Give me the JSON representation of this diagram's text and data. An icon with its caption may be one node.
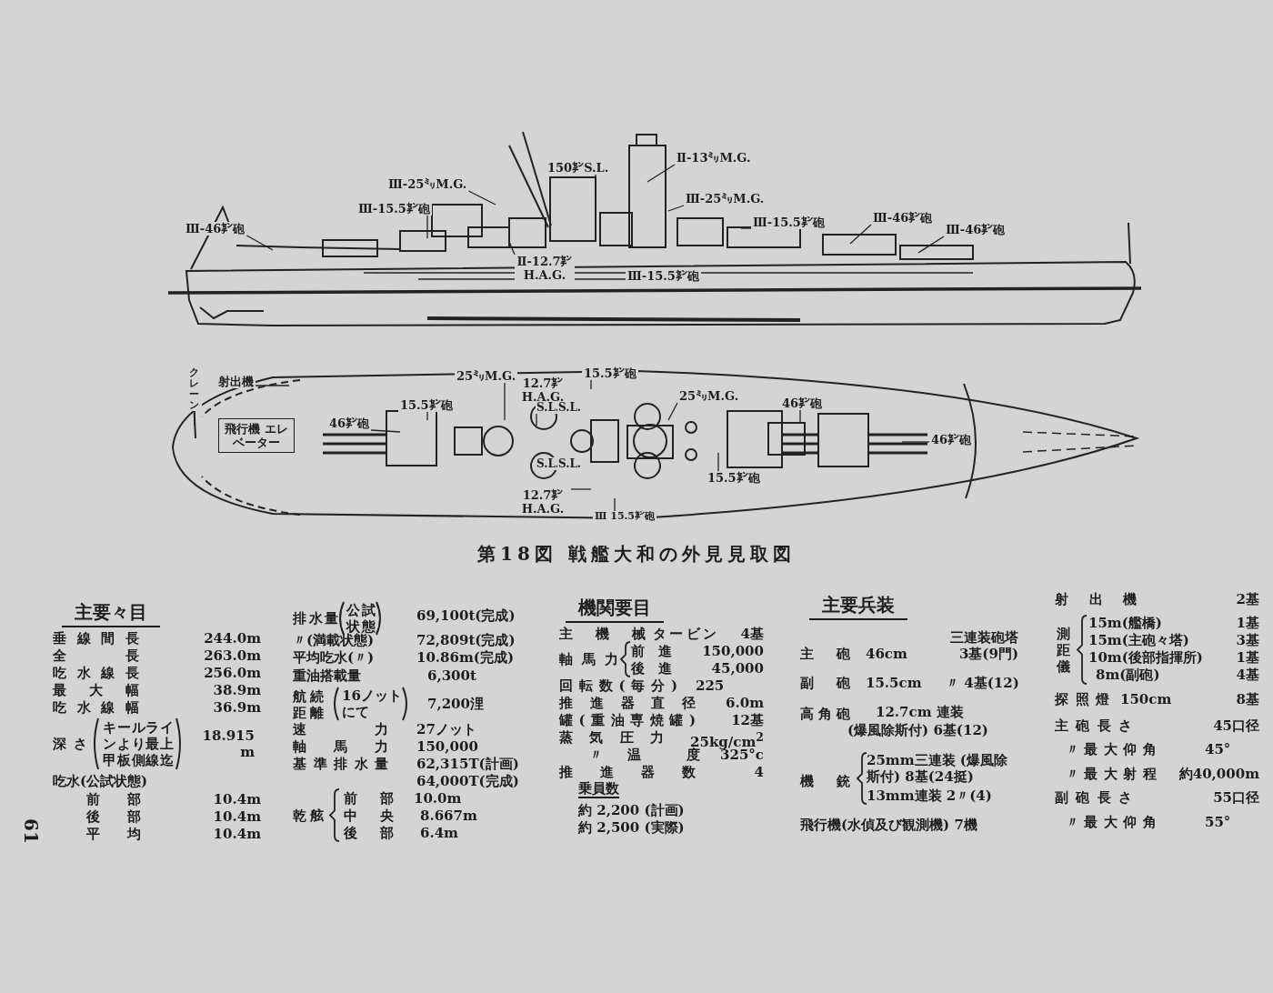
{
  "diagram": {
    "caption": "第18図 戦艦大和の外見見取図",
    "nodes": [
      {
        "text": [
          "Ⅲ-46㌢砲"
        ]
      },
      {
        "text": [
          "Ⅲ-15.5㌢砲"
        ]
      },
      {
        "text": [
          "Ⅲ-25㍉M.G."
        ]
      },
      {
        "text": [
          "150㌢S.L."
        ]
      },
      {
        "text": [
          "Ⅱ-13㍉M.G."
        ]
      },
      {
        "text": [
          "Ⅲ-25㍉M.G."
        ]
      },
      {
        "text": [
          "Ⅲ-15.5㌢砲"
        ]
      },
      {
        "text": [
          "Ⅲ-46㌢砲"
        ]
      },
      {
        "text": [
          "Ⅲ-46㌢砲"
        ]
      },
      {
        "text": [
          "Ⅱ-12.7㌢ H.A.G."
        ]
      },
      {
        "text": [
          "Ⅲ-15.5㌢砲"
        ]
      },
      {
        "text": [
          "クレーン"
        ]
      },
      {
        "text": [
          "射出機"
        ]
      },
      {
        "text": [
          "飛行機 エレベーター"
        ]
      },
      {
        "text": [
          "46㌢砲"
        ]
      },
      {
        "text": [
          "15.5㌢砲"
        ]
      },
      {
        "text": [
          "25㍉M.G."
        ]
      },
      {
        "text": [
          "12.7㌢ H.A.G."
        ]
      },
      {
        "text": [
          "15.5㌢砲"
        ]
      },
      {
        "text": [
          "25㍉M.G."
        ]
      },
      {
        "text": [
          "46㌢砲"
        ]
      },
      {
        "text": [
          "46㌢砲"
        ]
      },
      {
        "text": [
          "15.5㌢砲"
        ]
      },
      {
        "text": [
          "12.7㌢ H.A.G."
        ]
      },
      {
        "text": [
          "Ⅲ 15.5㌢砲"
        ]
      }
    ],
    "edges": [
      {
        "from": 0,
        "to": null,
        "arrow": "none"
      },
      {
        "from": 1,
        "to": null,
        "arrow": "none"
      },
      {
        "from": 2,
        "to": null,
        "arrow": "none"
      },
      {
        "from": 3,
        "to": null,
        "arrow": "none"
      },
      {
        "from": 4,
        "to": null,
        "arrow": "none"
      },
      {
        "from": 5,
        "to": null,
        "arrow": "none"
      },
      {
        "from": 6,
        "to": null,
        "arrow": "none"
      },
      {
        "from": 7,
        "to": null,
        "arrow": "none"
      },
      {
        "from": 8,
        "to": null,
        "arrow": "none"
      },
      {
        "from": 9,
        "to": null,
        "arrow": "none"
      },
      {
        "from": 10,
        "to": null,
        "arrow": "none"
      },
      {
        "from": 11,
        "to": null,
        "arrow": "none"
      },
      {
        "from": 12,
        "to": null,
        "arrow": "none"
      },
      {
        "from": 14,
        "to": null,
        "arrow": "none"
      },
      {
        "from": 15,
        "to": null,
        "arrow": "none"
      },
      {
        "from": 16,
        "to": null,
        "arrow": "none"
      },
      {
        "from": 17,
        "to": null,
        "arrow": "none"
      },
      {
        "from": 18,
        "to": null,
        "arrow": "none"
      },
      {
        "from": 19,
        "to": null,
        "arrow": "none"
      },
      {
        "from": 20,
        "to": null,
        "arrow": "none"
      },
      {
        "from": 21,
        "to": null,
        "arrow": "none"
      },
      {
        "from": 22,
        "to": null,
        "arrow": "none"
      },
      {
        "from": 23,
        "to": null,
        "arrow": "none"
      },
      {
        "from": 24,
        "to": null,
        "arrow": "none"
      }
    ],
    "labels": [
      "S.L.",
      "S.L.",
      "S.L.",
      "S.L.",
      "主要々目",
      "垂線間長",
      "244.0m",
      "全長",
      "263.0m",
      "吃水線長",
      "256.0m",
      "最大幅",
      "38.9m",
      "吃水線幅",
      "36.9m",
      "深さ",
      "キールラインより最上甲板側線迄",
      "18.915 m",
      "吃水(公試状態)",
      "前部",
      "10.4m",
      "後部",
      "10.4m",
      "平均",
      "10.4m",
      "排水量",
      "公試状態",
      "69,100t(完成)",
      "〃(満載状態)",
      "72,809t(完成)",
      "平均吃水(〃)",
      "10.86m(完成)",
      "重油搭載量",
      "6,300t",
      "航続距離",
      "16ノットにて",
      "7,200浬",
      "速力",
      "27ノット",
      "軸馬力",
      "150,000",
      "基準排水量",
      "62,315T(計画)",
      "64,000T(完成)",
      "乾舷",
      "前部",
      "10.0m",
      "中央",
      "8.667m",
      "後部",
      "6.4m",
      "機関要目",
      "主機械",
      "タービン",
      "4基",
      "軸馬力",
      "前進",
      "150,000",
      "後進",
      "45,000",
      "回転数(毎分)",
      "225",
      "推進器直径",
      "6.0m",
      "罐(重油専焼罐)",
      "12基",
      "蒸気圧力",
      "25kg/cm$^{2}$",
      "〃",
      "温度",
      "325°c",
      "推進器数",
      "4",
      "乗員数",
      "約 2,200 (計画)",
      "約 2,500 (実際)",
      "主要兵装",
      "主砲",
      "46cm",
      "三連装砲塔 3基(9門)",
      "副砲",
      "15.5cm",
      "〃 4基(12)",
      "高角砲",
      "12.7cm 連装",
      "(爆風除斯付) 6基(12)",
      "機銃",
      "25mm三連装 (爆風除斯付) 8基(24挺)",
      "13mm連装 2〃(4)",
      "飛行機(水偵及び観測機) 7機",
      "射出機",
      "2基",
      "測距儀",
      "15m(艦橋)",
      "1基",
      "15m(主砲々塔)",
      "3基",
      "10m(後部指揮所)",
      "1基",
      "8m(副砲)",
      "4基",
      "探照燈",
      "150cm",
      "8基",
      "主砲長さ",
      "45口径",
      "〃",
      "最大仰角",
      "45°",
      "〃",
      "最大射程",
      "約40,000m",
      "副砲長さ",
      "55口径",
      "〃",
      "最大仰角",
      "55°",
      "61"
    ]
  }
}
